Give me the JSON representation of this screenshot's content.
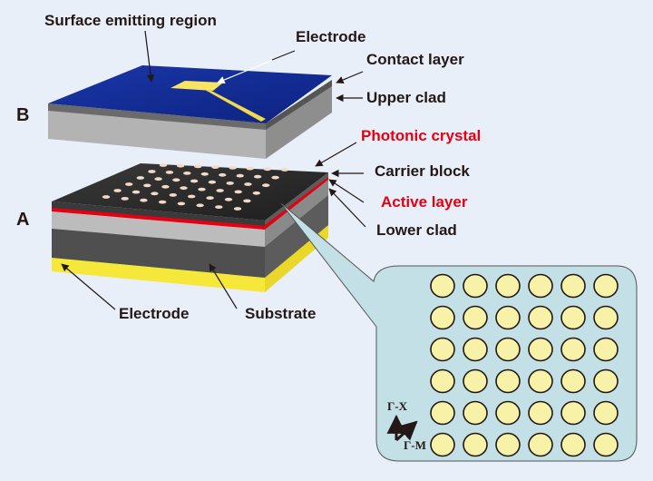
{
  "figure": {
    "structure_labels": {
      "upper": "B",
      "lower": "A"
    },
    "colors": {
      "background": "#e8eff9",
      "contact_layer": "#0f2a8f",
      "upper_clad": "#b0b0b0",
      "electrode": "#f7e463",
      "photonic_crystal_top": "#2c2c2c",
      "active_layer": "#e60012",
      "substrate": "#4a4a4a",
      "inset_fill": "#c2e0e5",
      "hole_fill": "#f7f2a8",
      "label_text": "#231815",
      "highlight_text": "#e60012"
    },
    "labels": {
      "surface_emitting_region": "Surface emitting region",
      "electrode_top": "Electrode",
      "contact_layer": "Contact layer",
      "upper_clad": "Upper clad",
      "photonic_crystal": "Photonic crystal",
      "carrier_block": "Carrier block",
      "active_layer": "Active layer",
      "lower_clad": "Lower clad",
      "electrode_bottom": "Electrode",
      "substrate": "Substrate"
    },
    "inset": {
      "lattice_rows": 6,
      "lattice_cols": 6,
      "direction_x": "Γ-X",
      "direction_m": "Γ-M"
    },
    "photonic_crystal_holes": {
      "rows": 6,
      "cols": 8
    }
  }
}
